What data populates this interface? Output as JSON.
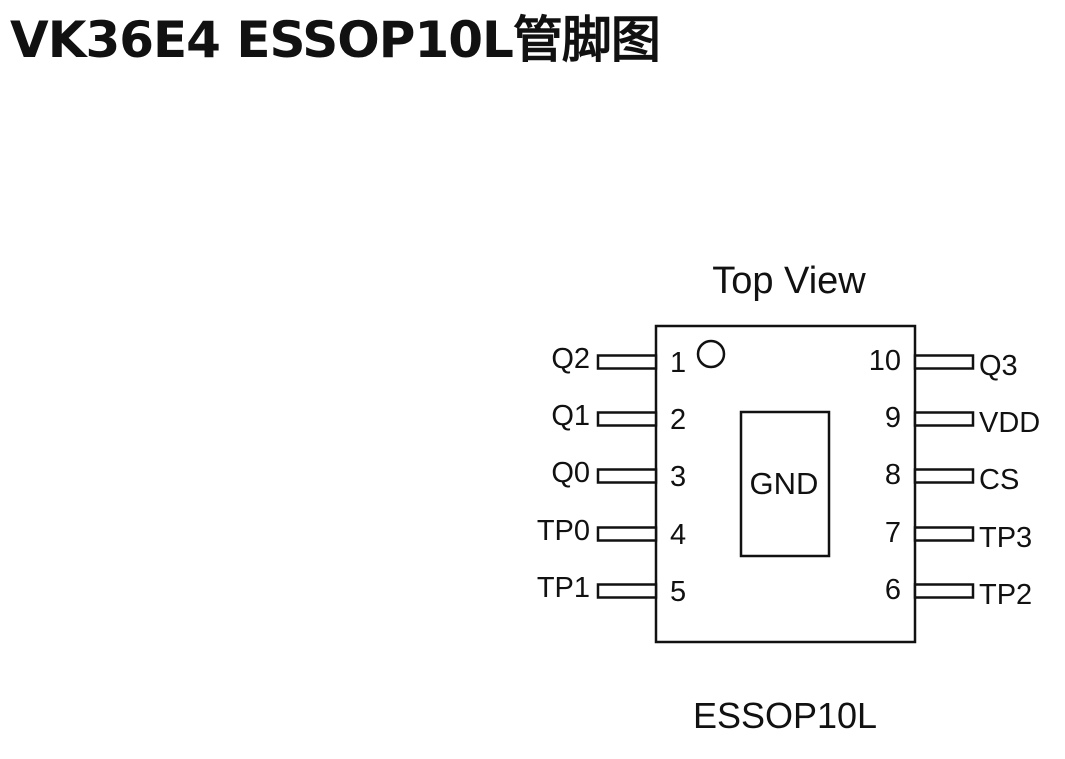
{
  "title": "VK36E4  ESSOP10L管脚图",
  "diagram": {
    "view_label": "Top View",
    "package_label": "ESSOP10L",
    "center_pad_label": "GND",
    "left_pins": [
      {
        "number": "1",
        "name": "Q2"
      },
      {
        "number": "2",
        "name": "Q1"
      },
      {
        "number": "3",
        "name": "Q0"
      },
      {
        "number": "4",
        "name": "TP0"
      },
      {
        "number": "5",
        "name": "TP1"
      }
    ],
    "right_pins": [
      {
        "number": "10",
        "name": "Q3"
      },
      {
        "number": "9",
        "name": "VDD"
      },
      {
        "number": "8",
        "name": "CS"
      },
      {
        "number": "7",
        "name": "TP3"
      },
      {
        "number": "6",
        "name": "TP2"
      }
    ]
  }
}
